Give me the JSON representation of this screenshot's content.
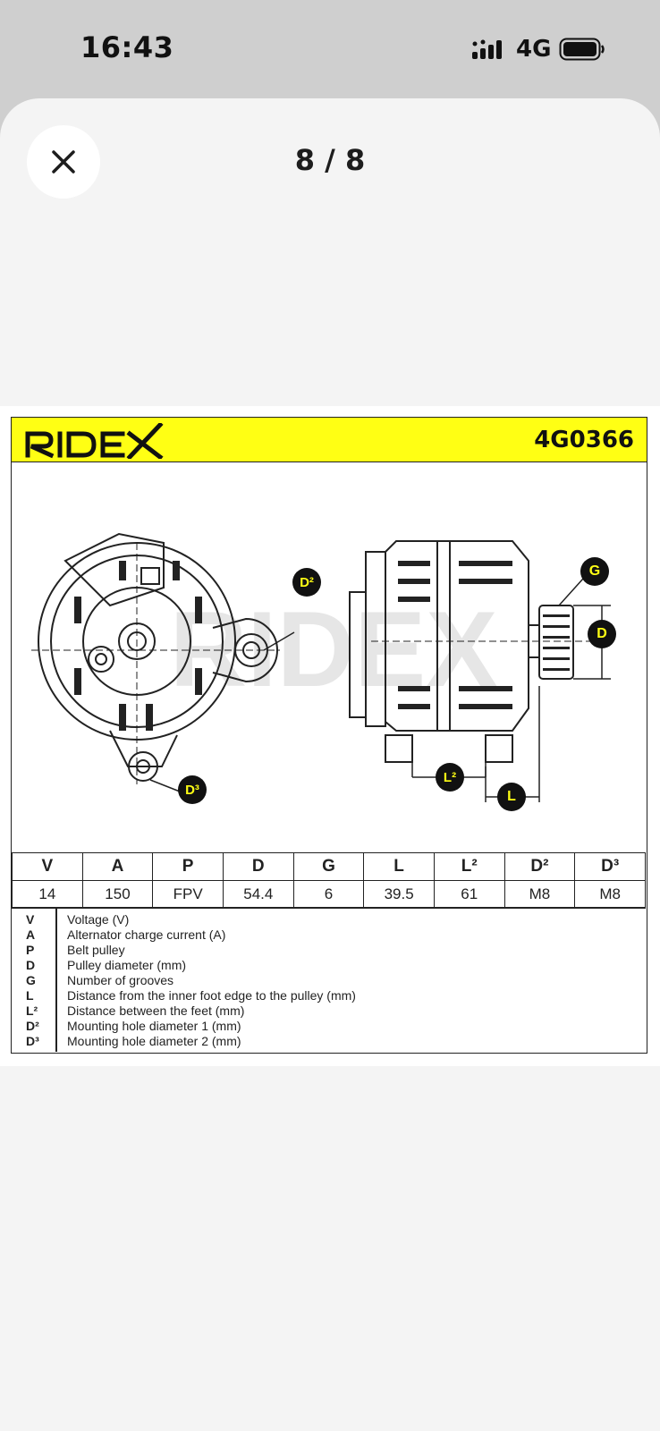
{
  "status_bar": {
    "time": "16:43",
    "network": "4G"
  },
  "viewer": {
    "counter": "8 / 8"
  },
  "sheet": {
    "brand": "RIDEX",
    "part_number": "4G0366",
    "callouts": {
      "d2": "D²",
      "d3": "D³",
      "g": "G",
      "d": "D",
      "l2": "L²",
      "l": "L"
    },
    "headers": [
      "V",
      "A",
      "P",
      "D",
      "G",
      "L",
      "L²",
      "D²",
      "D³"
    ],
    "values": [
      "14",
      "150",
      "FPV",
      "54.4",
      "6",
      "39.5",
      "61",
      "M8",
      "M8"
    ],
    "legend": [
      {
        "key": "V",
        "text": "Voltage (V)"
      },
      {
        "key": "A",
        "text": "Alternator charge current (A)"
      },
      {
        "key": "P",
        "text": "Belt pulley"
      },
      {
        "key": "D",
        "text": "Pulley diameter (mm)"
      },
      {
        "key": "G",
        "text": "Number of grooves"
      },
      {
        "key": "L",
        "text": "Distance from the inner foot edge to the pulley (mm)"
      },
      {
        "key": "L²",
        "text": "Distance between the feet (mm)"
      },
      {
        "key": "D²",
        "text": "Mounting hole diameter 1 (mm)"
      },
      {
        "key": "D³",
        "text": "Mounting hole diameter 2 (mm)"
      }
    ]
  },
  "colors": {
    "header_yellow": "#ffff14",
    "ink": "#222222",
    "sheet_bg": "#f4f4f4"
  },
  "icons": {
    "close": "close-icon",
    "signal": "signal-icon",
    "battery": "battery-icon"
  }
}
